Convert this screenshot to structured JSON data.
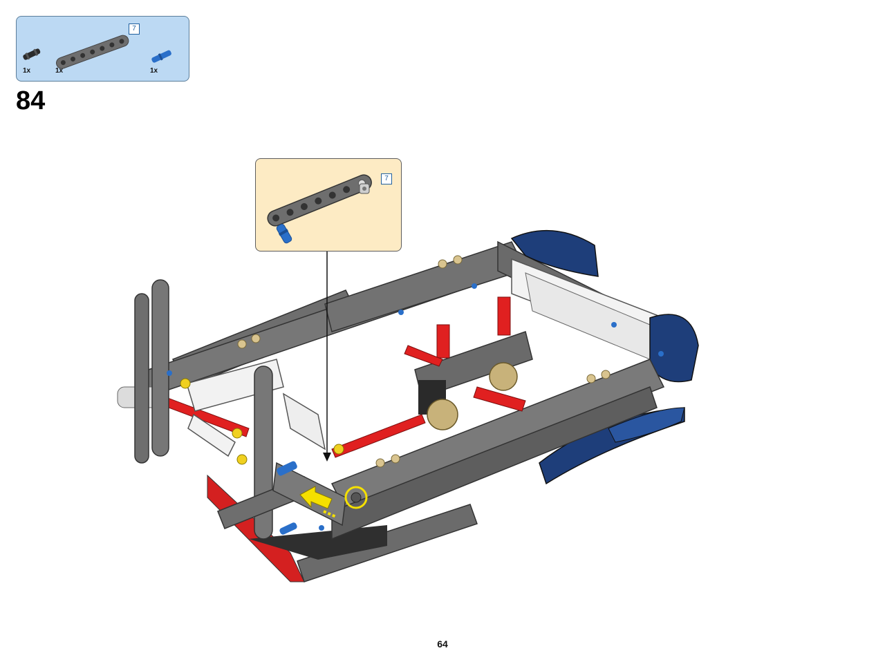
{
  "step": {
    "number": "84",
    "page_number": "64"
  },
  "parts_list": {
    "items": [
      {
        "name": "black-pin-with-axle",
        "quantity": "1x",
        "color": "#2b2b2b"
      },
      {
        "name": "gray-liftarm-7",
        "quantity": "1x",
        "color": "#6e6e6e",
        "length_label": "7"
      },
      {
        "name": "blue-axle-pin",
        "quantity": "1x",
        "color": "#2a6fc9"
      }
    ]
  },
  "subassembly_callout": {
    "length_label": "7"
  },
  "colors": {
    "parts_box_bg": "#bcd9f3",
    "callout_bg": "#fdebc4",
    "frame_gray": "#6b6b6b",
    "accent_red": "#e02020",
    "accent_blue": "#1e3e7a",
    "highlight_yellow": "#f5e000"
  }
}
